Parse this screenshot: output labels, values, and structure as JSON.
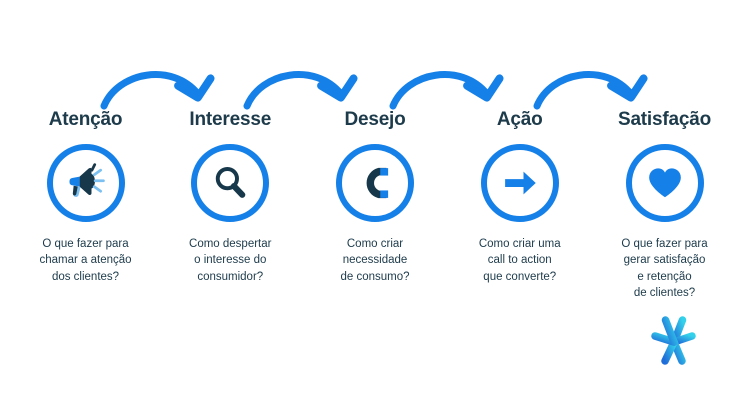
{
  "funnel": {
    "accent_blue": "#1580e8",
    "icon_dark": "#17384a",
    "text_dark": "#1d3b4b",
    "background": "#ffffff",
    "steps": [
      {
        "title": "Atenção",
        "icon": "megaphone-icon",
        "description": "O que fazer para\nchamar a atenção\ndos clientes?"
      },
      {
        "title": "Interesse",
        "icon": "magnifier-icon",
        "description": "Como despertar\no interesse do\nconsumidor?"
      },
      {
        "title": "Desejo",
        "icon": "magnet-icon",
        "description": "Como criar\nnecessidade\nde consumo?"
      },
      {
        "title": "Ação",
        "icon": "arrow-right-icon",
        "description": "Como criar uma\ncall to action\nque converte?"
      },
      {
        "title": "Satisfação",
        "icon": "heart-icon",
        "description": "O que fazer para\ngerar satisfação\ne retenção\nde clientes?"
      }
    ],
    "connectors": [
      {
        "name": "curved-arrow-1"
      },
      {
        "name": "curved-arrow-2"
      },
      {
        "name": "curved-arrow-3"
      },
      {
        "name": "curved-arrow-4"
      }
    ],
    "logo": {
      "name": "starburst-logo",
      "color_start": "#1f6dd9",
      "color_end": "#34d1ea"
    }
  }
}
